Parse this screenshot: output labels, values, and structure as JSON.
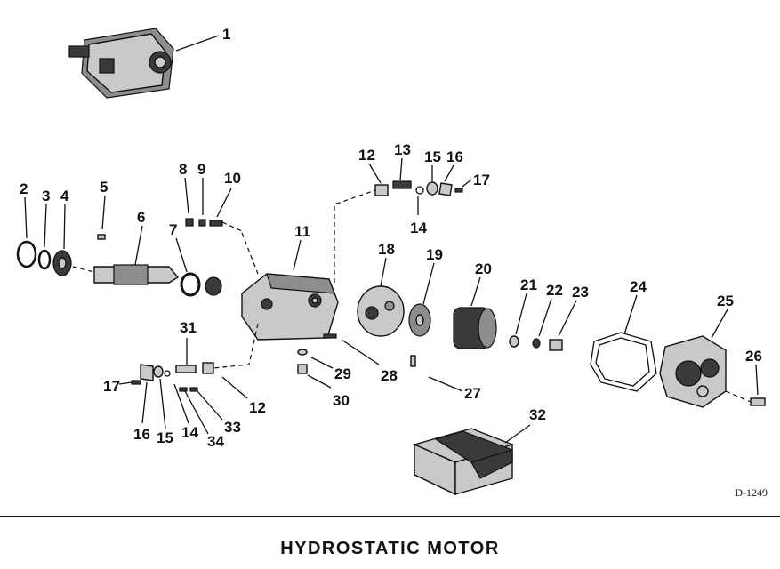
{
  "title": "HYDROSTATIC  MOTOR",
  "reference": "D-1249",
  "callouts": [
    "1",
    "2",
    "3",
    "4",
    "5",
    "6",
    "7",
    "8",
    "9",
    "10",
    "11",
    "12",
    "13",
    "14",
    "15",
    "16",
    "17",
    "18",
    "19",
    "20",
    "21",
    "22",
    "23",
    "24",
    "25",
    "26",
    "27",
    "28",
    "29",
    "30",
    "31",
    "12",
    "14",
    "15",
    "16",
    "17",
    "32",
    "33",
    "34"
  ]
}
